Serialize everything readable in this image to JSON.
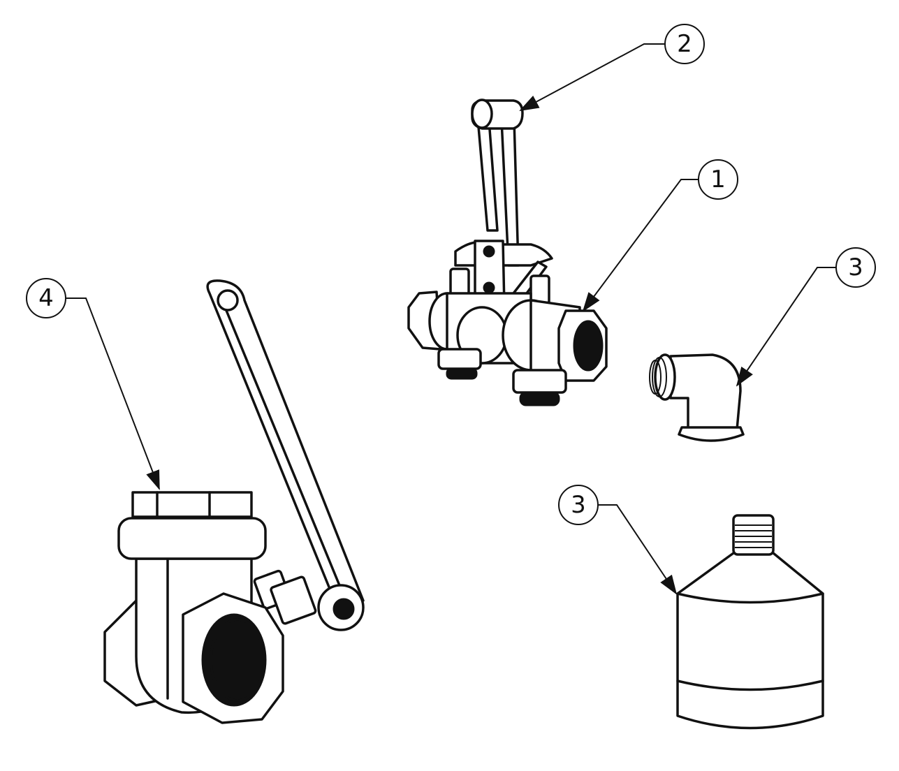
{
  "diagram": {
    "callouts": [
      {
        "id": "callout-2",
        "label": "2",
        "target": "lever-handle"
      },
      {
        "id": "callout-1",
        "label": "1",
        "target": "leveling-valve"
      },
      {
        "id": "callout-3a",
        "label": "3",
        "target": "elbow-fitting"
      },
      {
        "id": "callout-3b",
        "label": "3",
        "target": "bottle"
      },
      {
        "id": "callout-4",
        "label": "4",
        "target": "ball-valve"
      }
    ],
    "colors": {
      "line": "#111111",
      "background": "#ffffff"
    }
  }
}
